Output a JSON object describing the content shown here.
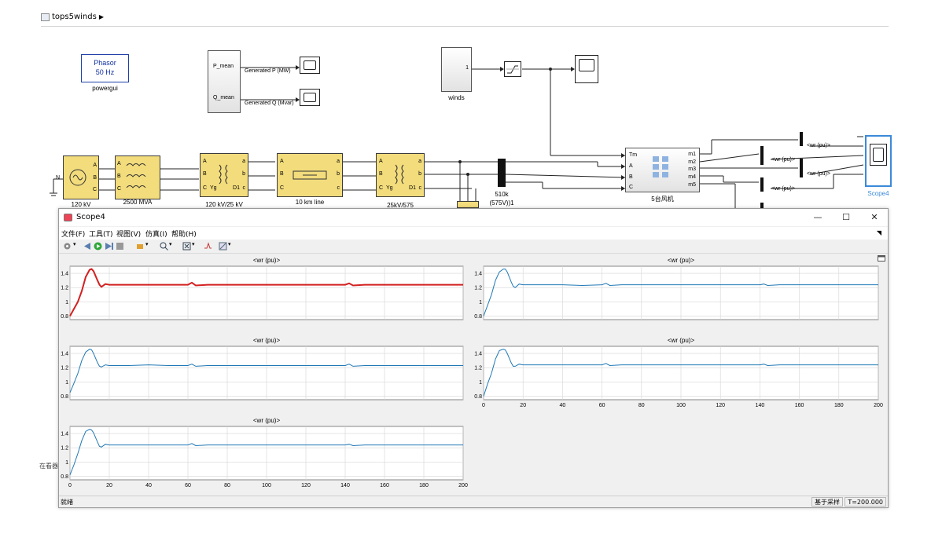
{
  "breadcrumb": {
    "model_name": "tops5winds"
  },
  "model": {
    "powergui": {
      "line1": "Phasor",
      "line2": "50 Hz",
      "caption": "powergui"
    },
    "means_block": {
      "port_p": "P_mean",
      "port_q": "Q_mean"
    },
    "signal_p": "Generated P (MW)",
    "signal_q": "Generated Q (Mvar)",
    "winds": {
      "port": "1",
      "caption": "winds"
    },
    "source_caption": "120 kV",
    "transformer_caption": "2500 MVA",
    "trafo2_caption": "120 kV/25 kV",
    "line_caption": "10 km line",
    "trafo3_caption": "25kV/575",
    "load_caption_1": "510k",
    "load_caption_2": "(575V))1",
    "wind_farm": {
      "caption": "5台风机",
      "inputs": [
        "Tm",
        "A",
        "B",
        "C"
      ],
      "outputs": [
        "m1",
        "m2",
        "m3",
        "m4",
        "m5"
      ]
    },
    "wr_tag": "<wr (pu)>",
    "scope_caption": "Scope4",
    "port_labels": {
      "a": "A",
      "b": "B",
      "c": "C",
      "la": "a",
      "lb": "b",
      "lc": "c",
      "yg": "Yg",
      "d1": "D1",
      "n": "N"
    }
  },
  "side_text": "在看器",
  "scope": {
    "title": "Scope4",
    "window_buttons": [
      "—",
      "☐",
      "✕"
    ],
    "menus": [
      "文件(F)",
      "工具(T)",
      "视图(V)",
      "仿真(I)",
      "帮助(H)"
    ],
    "status_ready": "就绪",
    "status_mode": "基于采样",
    "status_time": "T=200.000",
    "accent_colors": {
      "highlight": "#d32020",
      "normal": "#1f77b4"
    }
  },
  "chart_data": [
    {
      "type": "line",
      "title": "<wr (pu)>",
      "x_ticks": [
        0,
        20,
        40,
        60,
        80,
        100,
        120,
        140,
        160,
        180,
        200
      ],
      "y_ticks": [
        0.8,
        1,
        1.2,
        1.4
      ],
      "xlim": [
        0,
        200
      ],
      "ylim": [
        0.75,
        1.5
      ],
      "grid": true,
      "show_x_ticks": false,
      "series": [
        {
          "color": "#d32020",
          "x": [
            0,
            2,
            4,
            6,
            8,
            10,
            11,
            12,
            14,
            15,
            16,
            18,
            20,
            30,
            40,
            50,
            60,
            62,
            64,
            70,
            80,
            90,
            100,
            110,
            120,
            130,
            140,
            142,
            144,
            150,
            160,
            170,
            180,
            190,
            200
          ],
          "y": [
            0.8,
            0.9,
            1.0,
            1.15,
            1.35,
            1.45,
            1.46,
            1.43,
            1.3,
            1.24,
            1.21,
            1.25,
            1.24,
            1.24,
            1.24,
            1.24,
            1.24,
            1.27,
            1.23,
            1.24,
            1.24,
            1.24,
            1.24,
            1.24,
            1.24,
            1.24,
            1.24,
            1.26,
            1.23,
            1.24,
            1.24,
            1.24,
            1.24,
            1.24,
            1.24
          ]
        }
      ]
    },
    {
      "type": "line",
      "title": "<wr (pu)>",
      "x_ticks": [
        0,
        20,
        40,
        60,
        80,
        100,
        120,
        140,
        160,
        180,
        200
      ],
      "y_ticks": [
        0.8,
        1,
        1.2,
        1.4
      ],
      "xlim": [
        0,
        200
      ],
      "ylim": [
        0.75,
        1.5
      ],
      "grid": true,
      "show_x_ticks": false,
      "series": [
        {
          "color": "#1f77b4",
          "x": [
            0,
            2,
            4,
            6,
            8,
            10,
            11,
            12,
            14,
            15,
            16,
            18,
            20,
            30,
            40,
            50,
            60,
            62,
            64,
            70,
            80,
            90,
            100,
            110,
            120,
            130,
            140,
            142,
            144,
            150,
            160,
            170,
            180,
            190,
            200
          ],
          "y": [
            0.8,
            0.95,
            1.1,
            1.3,
            1.42,
            1.46,
            1.46,
            1.42,
            1.28,
            1.22,
            1.2,
            1.25,
            1.24,
            1.24,
            1.24,
            1.23,
            1.24,
            1.26,
            1.23,
            1.24,
            1.24,
            1.24,
            1.24,
            1.24,
            1.24,
            1.24,
            1.24,
            1.25,
            1.23,
            1.24,
            1.24,
            1.24,
            1.24,
            1.24,
            1.24
          ]
        }
      ]
    },
    {
      "type": "line",
      "title": "<wr (pu)>",
      "x_ticks": [
        0,
        20,
        40,
        60,
        80,
        100,
        120,
        140,
        160,
        180,
        200
      ],
      "y_ticks": [
        0.8,
        1,
        1.2,
        1.4
      ],
      "xlim": [
        0,
        200
      ],
      "ylim": [
        0.75,
        1.5
      ],
      "grid": true,
      "show_x_ticks": false,
      "series": [
        {
          "color": "#1f77b4",
          "x": [
            0,
            2,
            4,
            6,
            8,
            10,
            11,
            12,
            14,
            15,
            16,
            18,
            20,
            30,
            40,
            50,
            60,
            62,
            64,
            70,
            80,
            90,
            100,
            110,
            120,
            130,
            140,
            142,
            144,
            150,
            160,
            170,
            180,
            190,
            200
          ],
          "y": [
            0.85,
            0.98,
            1.12,
            1.3,
            1.42,
            1.46,
            1.45,
            1.4,
            1.27,
            1.22,
            1.21,
            1.24,
            1.23,
            1.23,
            1.24,
            1.23,
            1.23,
            1.25,
            1.22,
            1.23,
            1.23,
            1.23,
            1.23,
            1.23,
            1.23,
            1.23,
            1.23,
            1.25,
            1.22,
            1.23,
            1.23,
            1.23,
            1.23,
            1.23,
            1.23
          ]
        }
      ]
    },
    {
      "type": "line",
      "title": "<wr (pu)>",
      "x_ticks": [
        0,
        20,
        40,
        60,
        80,
        100,
        120,
        140,
        160,
        180,
        200
      ],
      "y_ticks": [
        0.8,
        1,
        1.2,
        1.4
      ],
      "xlim": [
        0,
        200
      ],
      "ylim": [
        0.75,
        1.5
      ],
      "grid": true,
      "show_x_ticks": true,
      "series": [
        {
          "color": "#1f77b4",
          "x": [
            0,
            2,
            4,
            6,
            8,
            10,
            11,
            12,
            14,
            15,
            16,
            18,
            20,
            30,
            40,
            50,
            60,
            62,
            64,
            70,
            80,
            90,
            100,
            110,
            120,
            130,
            140,
            142,
            144,
            150,
            160,
            170,
            180,
            190,
            200
          ],
          "y": [
            0.8,
            0.97,
            1.12,
            1.32,
            1.44,
            1.46,
            1.45,
            1.4,
            1.27,
            1.22,
            1.22,
            1.25,
            1.24,
            1.24,
            1.24,
            1.24,
            1.24,
            1.26,
            1.23,
            1.24,
            1.24,
            1.24,
            1.24,
            1.24,
            1.24,
            1.24,
            1.24,
            1.25,
            1.23,
            1.24,
            1.24,
            1.24,
            1.24,
            1.24,
            1.24
          ]
        }
      ]
    },
    {
      "type": "line",
      "title": "<wr (pu)>",
      "x_ticks": [
        0,
        20,
        40,
        60,
        80,
        100,
        120,
        140,
        160,
        180,
        200
      ],
      "y_ticks": [
        0.8,
        1,
        1.2,
        1.4
      ],
      "xlim": [
        0,
        200
      ],
      "ylim": [
        0.75,
        1.5
      ],
      "grid": true,
      "show_x_ticks": true,
      "series": [
        {
          "color": "#1f77b4",
          "x": [
            0,
            2,
            4,
            6,
            8,
            10,
            11,
            12,
            14,
            15,
            16,
            18,
            20,
            30,
            40,
            50,
            60,
            62,
            64,
            70,
            80,
            90,
            100,
            110,
            120,
            130,
            140,
            142,
            144,
            150,
            160,
            170,
            180,
            190,
            200
          ],
          "y": [
            0.82,
            0.96,
            1.12,
            1.3,
            1.43,
            1.46,
            1.45,
            1.41,
            1.28,
            1.22,
            1.21,
            1.25,
            1.24,
            1.24,
            1.24,
            1.24,
            1.24,
            1.26,
            1.23,
            1.24,
            1.24,
            1.24,
            1.24,
            1.24,
            1.24,
            1.24,
            1.24,
            1.25,
            1.23,
            1.24,
            1.24,
            1.24,
            1.24,
            1.24,
            1.24
          ]
        }
      ]
    }
  ]
}
